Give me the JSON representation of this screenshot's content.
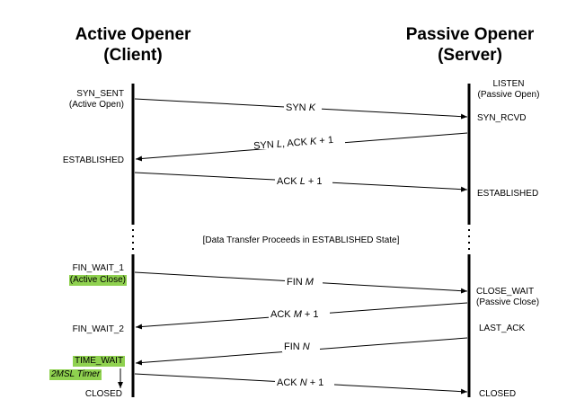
{
  "headings": {
    "client_line1": "Active Opener",
    "client_line2": "(Client)",
    "server_line1": "Passive Opener",
    "server_line2": "(Server)"
  },
  "client_states": {
    "syn_sent": "SYN_SENT",
    "active_open": "(Active Open)",
    "established": "ESTABLISHED",
    "fin_wait_1": "FIN_WAIT_1",
    "active_close": "(Active Close)",
    "fin_wait_2": "FIN_WAIT_2",
    "time_wait": "TIME_WAIT",
    "timer": "2MSL Timer",
    "closed": "CLOSED"
  },
  "server_states": {
    "listen": "LISTEN",
    "passive_open": "(Passive Open)",
    "syn_rcvd": "SYN_RCVD",
    "established": "ESTABLISHED",
    "close_wait": "CLOSE_WAIT",
    "passive_close": "(Passive Close)",
    "last_ack": "LAST_ACK",
    "closed": "CLOSED"
  },
  "messages": {
    "syn_k": {
      "prefix": "SYN ",
      "var": "K",
      "suffix": ""
    },
    "syn_ack": {
      "prefix": "SYN ",
      "var": "L",
      "mid": ", ACK ",
      "var2": "K",
      "suffix": " + 1"
    },
    "ack_l": {
      "prefix": "ACK ",
      "var": "L",
      "suffix": " + 1"
    },
    "fin_m": {
      "prefix": "FIN ",
      "var": "M",
      "suffix": ""
    },
    "ack_m": {
      "prefix": "ACK ",
      "var": "M",
      "suffix": " + 1"
    },
    "fin_n": {
      "prefix": "FIN ",
      "var": "N",
      "suffix": ""
    },
    "ack_n": {
      "prefix": "ACK ",
      "var": "N",
      "suffix": " + 1"
    }
  },
  "data_transfer_note": "[Data Transfer Proceeds in ESTABLISHED State]",
  "colors": {
    "highlight": "#8fd14f",
    "line": "#000000"
  }
}
